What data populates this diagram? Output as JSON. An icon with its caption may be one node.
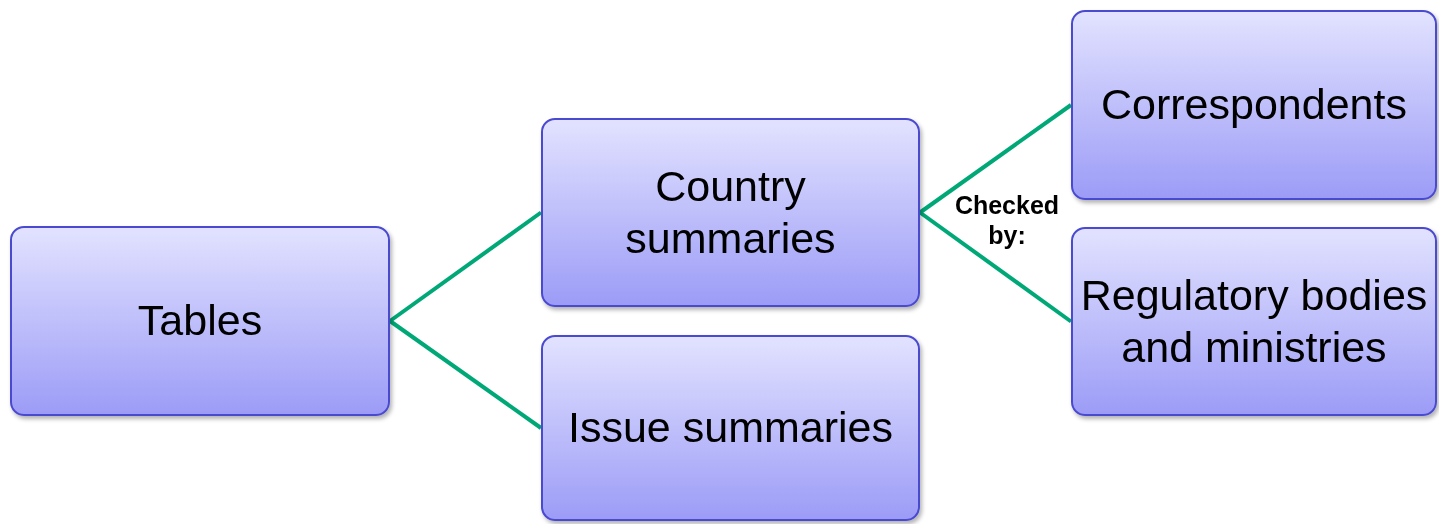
{
  "diagram": {
    "nodes": [
      {
        "text": [
          "Tables"
        ]
      },
      {
        "text": [
          "Country summaries"
        ]
      },
      {
        "text": [
          "Issue summaries"
        ]
      },
      {
        "text": [
          "Correspondents"
        ]
      },
      {
        "text": [
          "Regulatory bodies and ministries"
        ]
      }
    ],
    "edges": [
      {
        "from": 0,
        "to": 1,
        "arrow": "none"
      },
      {
        "from": 0,
        "to": 2,
        "arrow": "none"
      },
      {
        "from": 1,
        "to": 3,
        "arrow": "none"
      },
      {
        "from": 1,
        "to": 4,
        "arrow": "none"
      }
    ],
    "labels": [
      "Checked by:"
    ]
  }
}
